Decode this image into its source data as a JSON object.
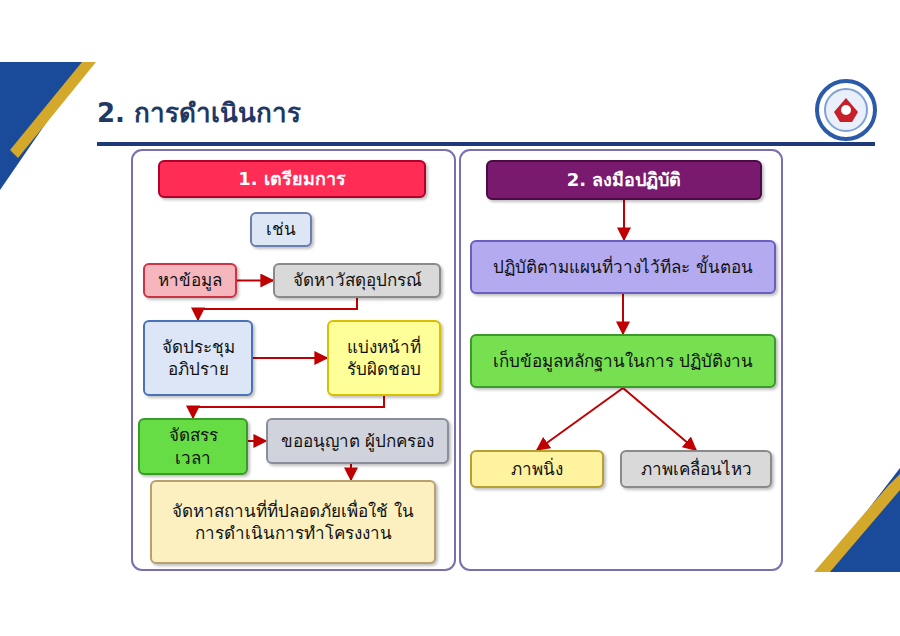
{
  "diagram": {
    "title": "2. การดำเนินการ",
    "nodes": [
      {
        "text": [
          "1. เตรียมการ"
        ]
      },
      {
        "text": [
          "เช่น"
        ]
      },
      {
        "text": [
          "หาข้อมูล"
        ]
      },
      {
        "text": [
          "จัดหาวัสดุอุปกรณ์"
        ]
      },
      {
        "text": [
          "จัดประชุม อภิปราย"
        ]
      },
      {
        "text": [
          "แบ่งหน้าที่ รับผิดชอบ"
        ]
      },
      {
        "text": [
          "จัดสรร เวลา"
        ]
      },
      {
        "text": [
          "ขออนุญาต ผู้ปกครอง"
        ]
      },
      {
        "text": [
          "จัดหาสถานที่ที่ปลอดภัยเพื่อใช้ ในการดำเนินการทำโครงงาน"
        ]
      },
      {
        "text": [
          "2. ลงมือปฏิบัติ"
        ]
      },
      {
        "text": [
          "ปฏิบัติตามแผนที่วางไว้ทีละ ขั้นตอน"
        ]
      },
      {
        "text": [
          "เก็บข้อมูลหลักฐานในการ ปฏิบัติงาน"
        ]
      },
      {
        "text": [
          "ภาพนิ่ง"
        ]
      },
      {
        "text": [
          "ภาพเคลื่อนไหว"
        ]
      }
    ],
    "edges": [
      {
        "from": 2,
        "to": 3,
        "arrow": "to"
      },
      {
        "from": 3,
        "to": 4,
        "arrow": "to"
      },
      {
        "from": 4,
        "to": 5,
        "arrow": "to"
      },
      {
        "from": 5,
        "to": 6,
        "arrow": "to"
      },
      {
        "from": 6,
        "to": 7,
        "arrow": "to"
      },
      {
        "from": 7,
        "to": 8,
        "arrow": "to"
      },
      {
        "from": 9,
        "to": 10,
        "arrow": "to"
      },
      {
        "from": 10,
        "to": 11,
        "arrow": "to"
      },
      {
        "from": 11,
        "to": 12,
        "arrow": "to"
      },
      {
        "from": 11,
        "to": 13,
        "arrow": "to"
      }
    ]
  }
}
